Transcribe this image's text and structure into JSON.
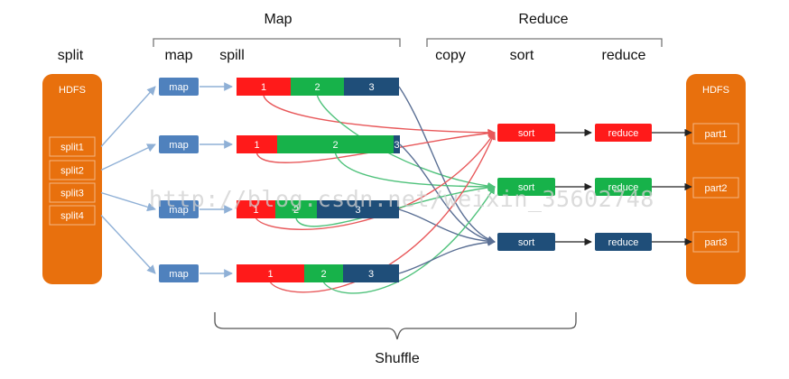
{
  "labels": {
    "map_group": "Map",
    "reduce_group": "Reduce",
    "split": "split",
    "map": "map",
    "spill": "spill",
    "copy": "copy",
    "sort": "sort",
    "reduce": "reduce",
    "shuffle": "Shuffle"
  },
  "hdfs_input": {
    "title": "HDFS",
    "splits": [
      "split1",
      "split2",
      "split3",
      "split4"
    ]
  },
  "map_tasks": [
    {
      "label": "map",
      "segments": [
        {
          "label": "1",
          "partition": 1
        },
        {
          "label": "2",
          "partition": 2
        },
        {
          "label": "3",
          "partition": 3
        }
      ]
    },
    {
      "label": "map",
      "segments": [
        {
          "label": "1",
          "partition": 1
        },
        {
          "label": "2",
          "partition": 2
        },
        {
          "label": "3",
          "partition": 3
        }
      ]
    },
    {
      "label": "map",
      "segments": [
        {
          "label": "1",
          "partition": 1
        },
        {
          "label": "2",
          "partition": 2
        },
        {
          "label": "3",
          "partition": 3
        }
      ]
    },
    {
      "label": "map",
      "segments": [
        {
          "label": "1",
          "partition": 1
        },
        {
          "label": "2",
          "partition": 2
        },
        {
          "label": "3",
          "partition": 3
        }
      ]
    }
  ],
  "reduce_tasks": [
    {
      "sort": "sort",
      "reduce": "reduce",
      "partition": 1
    },
    {
      "sort": "sort",
      "reduce": "reduce",
      "partition": 2
    },
    {
      "sort": "sort",
      "reduce": "reduce",
      "partition": 3
    }
  ],
  "hdfs_output": {
    "title": "HDFS",
    "parts": [
      "part1",
      "part2",
      "part3"
    ]
  },
  "watermark": "http://blog.csdn.net/weixin_35602748",
  "colors": {
    "hdfs": "#e8700d",
    "hdfs_item_border": "#f4b683",
    "map_box": "#4f81bd",
    "partition_1": "#ff1a1a",
    "partition_2": "#17b24a",
    "partition_3": "#1f4e79",
    "arrow_light": "#8fb0d6",
    "line_red": "#e8585a",
    "line_green": "#4fc27b",
    "line_blue": "#5a6f94",
    "text": "#111111"
  }
}
